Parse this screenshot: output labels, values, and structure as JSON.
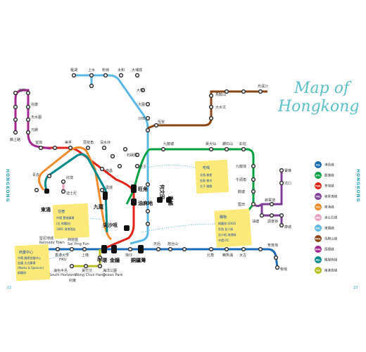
{
  "title_line1": "Map of",
  "title_line2": "Hongkong",
  "side_left": "HONGKONG",
  "side_right": "HONGKONG",
  "page_left": "22",
  "page_right": "23",
  "colors": {
    "tsuen_wan": "#e2231a",
    "kwun_tong": "#00a040",
    "island": "#1a6bb3",
    "tung_chung": "#f08b2c",
    "tseung_kwan_o": "#7e3f98",
    "east_rail": "#5bb8e6",
    "ma_on_shan": "#8b4513",
    "west_rail": "#a3268f",
    "disney": "#e8a0c0",
    "south_island": "#b5be1e",
    "airport": "#00888a"
  },
  "legend": [
    {
      "code": "ISL",
      "label": "港島綫",
      "color": "#1a6bb3"
    },
    {
      "code": "KTL",
      "label": "觀塘綫",
      "color": "#00a040"
    },
    {
      "code": "TWL",
      "label": "荃灣綫",
      "color": "#e2231a"
    },
    {
      "code": "TKL",
      "label": "將軍澳綫",
      "color": "#7e3f98"
    },
    {
      "code": "TCL",
      "label": "東涌綫",
      "color": "#f08b2c"
    },
    {
      "code": "DRL",
      "label": "迪士尼綫",
      "color": "#e8a0c0"
    },
    {
      "code": "ERL",
      "label": "東鐵綫",
      "color": "#5bb8e6"
    },
    {
      "code": "MOL",
      "label": "馬鞍山綫",
      "color": "#8b4513"
    },
    {
      "code": "WRL",
      "label": "西鐵綫",
      "color": "#a3268f"
    },
    {
      "code": "AEL",
      "label": "機場快綫",
      "color": "#00888a"
    },
    {
      "code": "SIL",
      "label": "南港島綫",
      "color": "#b5be1e"
    }
  ],
  "stations_big": {
    "central": "中環",
    "admiralty": "金鐘",
    "causeway": "銅鑼灣",
    "tst": "尖沙咀",
    "kowloon": "九龍",
    "mongkok": "旺角",
    "yaumatei": "油麻地",
    "hohmantin": "何文田",
    "whampoa": "黃埔",
    "tungchung": "東涌"
  },
  "labels": {
    "lohas": "康城",
    "tiu_keng_leng": "調景嶺",
    "tko": "將軍澳",
    "hang_hau": "坑口",
    "po_lam": "寶琳",
    "kowloon_tong": "九龍塘",
    "tai_wai": "大圍",
    "sha_tin": "沙田",
    "kowloon_bay": "九龍灣",
    "kwun_tong": "觀塘",
    "yau_tong": "油塘",
    "diamond_hill": "鑽石山",
    "wong_tai_sin": "黃大仙",
    "lok_fu": "樂富",
    "shek_kip_mei": "石硤尾",
    "prince_edward": "太子",
    "sham_shui_po": "深水埗",
    "lai_chi_kok": "荔枝角",
    "mei_foo": "美孚",
    "lai_king": "荔景",
    "tsuen_wan": "荃灣",
    "nam_cheong": "南昌",
    "olympic": "奧運",
    "tsing_yi": "青衣",
    "sunny_bay": "欣澳",
    "disney": "迪士尼",
    "kennedy_town": "堅尼地城",
    "kennedy_town_en": "Kennedy Town",
    "hku": "香港大學",
    "hku_en": "HKU",
    "sai_ying_pun": "西營盤",
    "sai_ying_pun_en": "Sai Ying Pun",
    "sheung_wan": "上環",
    "wan_chai": "灣仔",
    "tin_hau": "天后",
    "fortress_hill": "炮台山",
    "north_point": "北角",
    "quarry_bay": "鰂魚涌",
    "tai_koo": "太古",
    "shau_kei_wan": "筲箕灣",
    "chai_wan": "柴灣",
    "ocean_park": "海洋公園",
    "ocean_park_en": "Ocean Park",
    "wong_chuk_hang": "黃竹坑",
    "wong_chuk_hang_en": "Wong Chuk Hang",
    "south_horizons": "海怡半島",
    "south_horizons_en": "South Horizons",
    "lei_tung": "利東",
    "lo_wu": "羅湖",
    "sheung_shui": "上水",
    "fanling": "粉嶺",
    "tai_po": "大埔墟",
    "university": "大學",
    "tai_wo": "太和",
    "wu_kai_sha": "烏溪沙",
    "ma_on_shan": "馬鞍山",
    "heng_on": "恆安",
    "tai_shui_hang": "大水坑",
    "tuen_mun": "屯門",
    "siu_hong": "兆康",
    "tin_shui_wai": "天水圍",
    "yuen_long": "元朗",
    "kam_sheung_road": "錦上路",
    "tsuen_wan_west": "荃灣西",
    "choi_hung": "彩虹",
    "ngau_tau_kok": "牛頭角",
    "lam_tin": "藍田",
    "yau_ma_tei_alt": "油麻地",
    "hung_hom": "紅磡",
    "east_tst": "尖東",
    "airport": "機場",
    "asia_world": "博覽館"
  },
  "notes": [
    {
      "title": "吃喝",
      "lines": [
        "北角 美食",
        "佐敦 夜市",
        "太子 佛樂"
      ]
    },
    {
      "title": "購物",
      "lines": [
        "銅鑼灣 SOGO",
        "旺角 女人街",
        "尖沙咀 海港城",
        "中環 IFC"
      ]
    },
    {
      "title": "住宿",
      "lines": [
        "中環 置地廣場",
        "(近 地鐵站)",
        "1881 海港酒店"
      ]
    },
    {
      "title": "商業中心",
      "lines": [
        "中環 國際金融中心",
        "金鐘 太古廣場",
        "(Marks & Spencer)",
        "銅鑼灣"
      ]
    }
  ]
}
